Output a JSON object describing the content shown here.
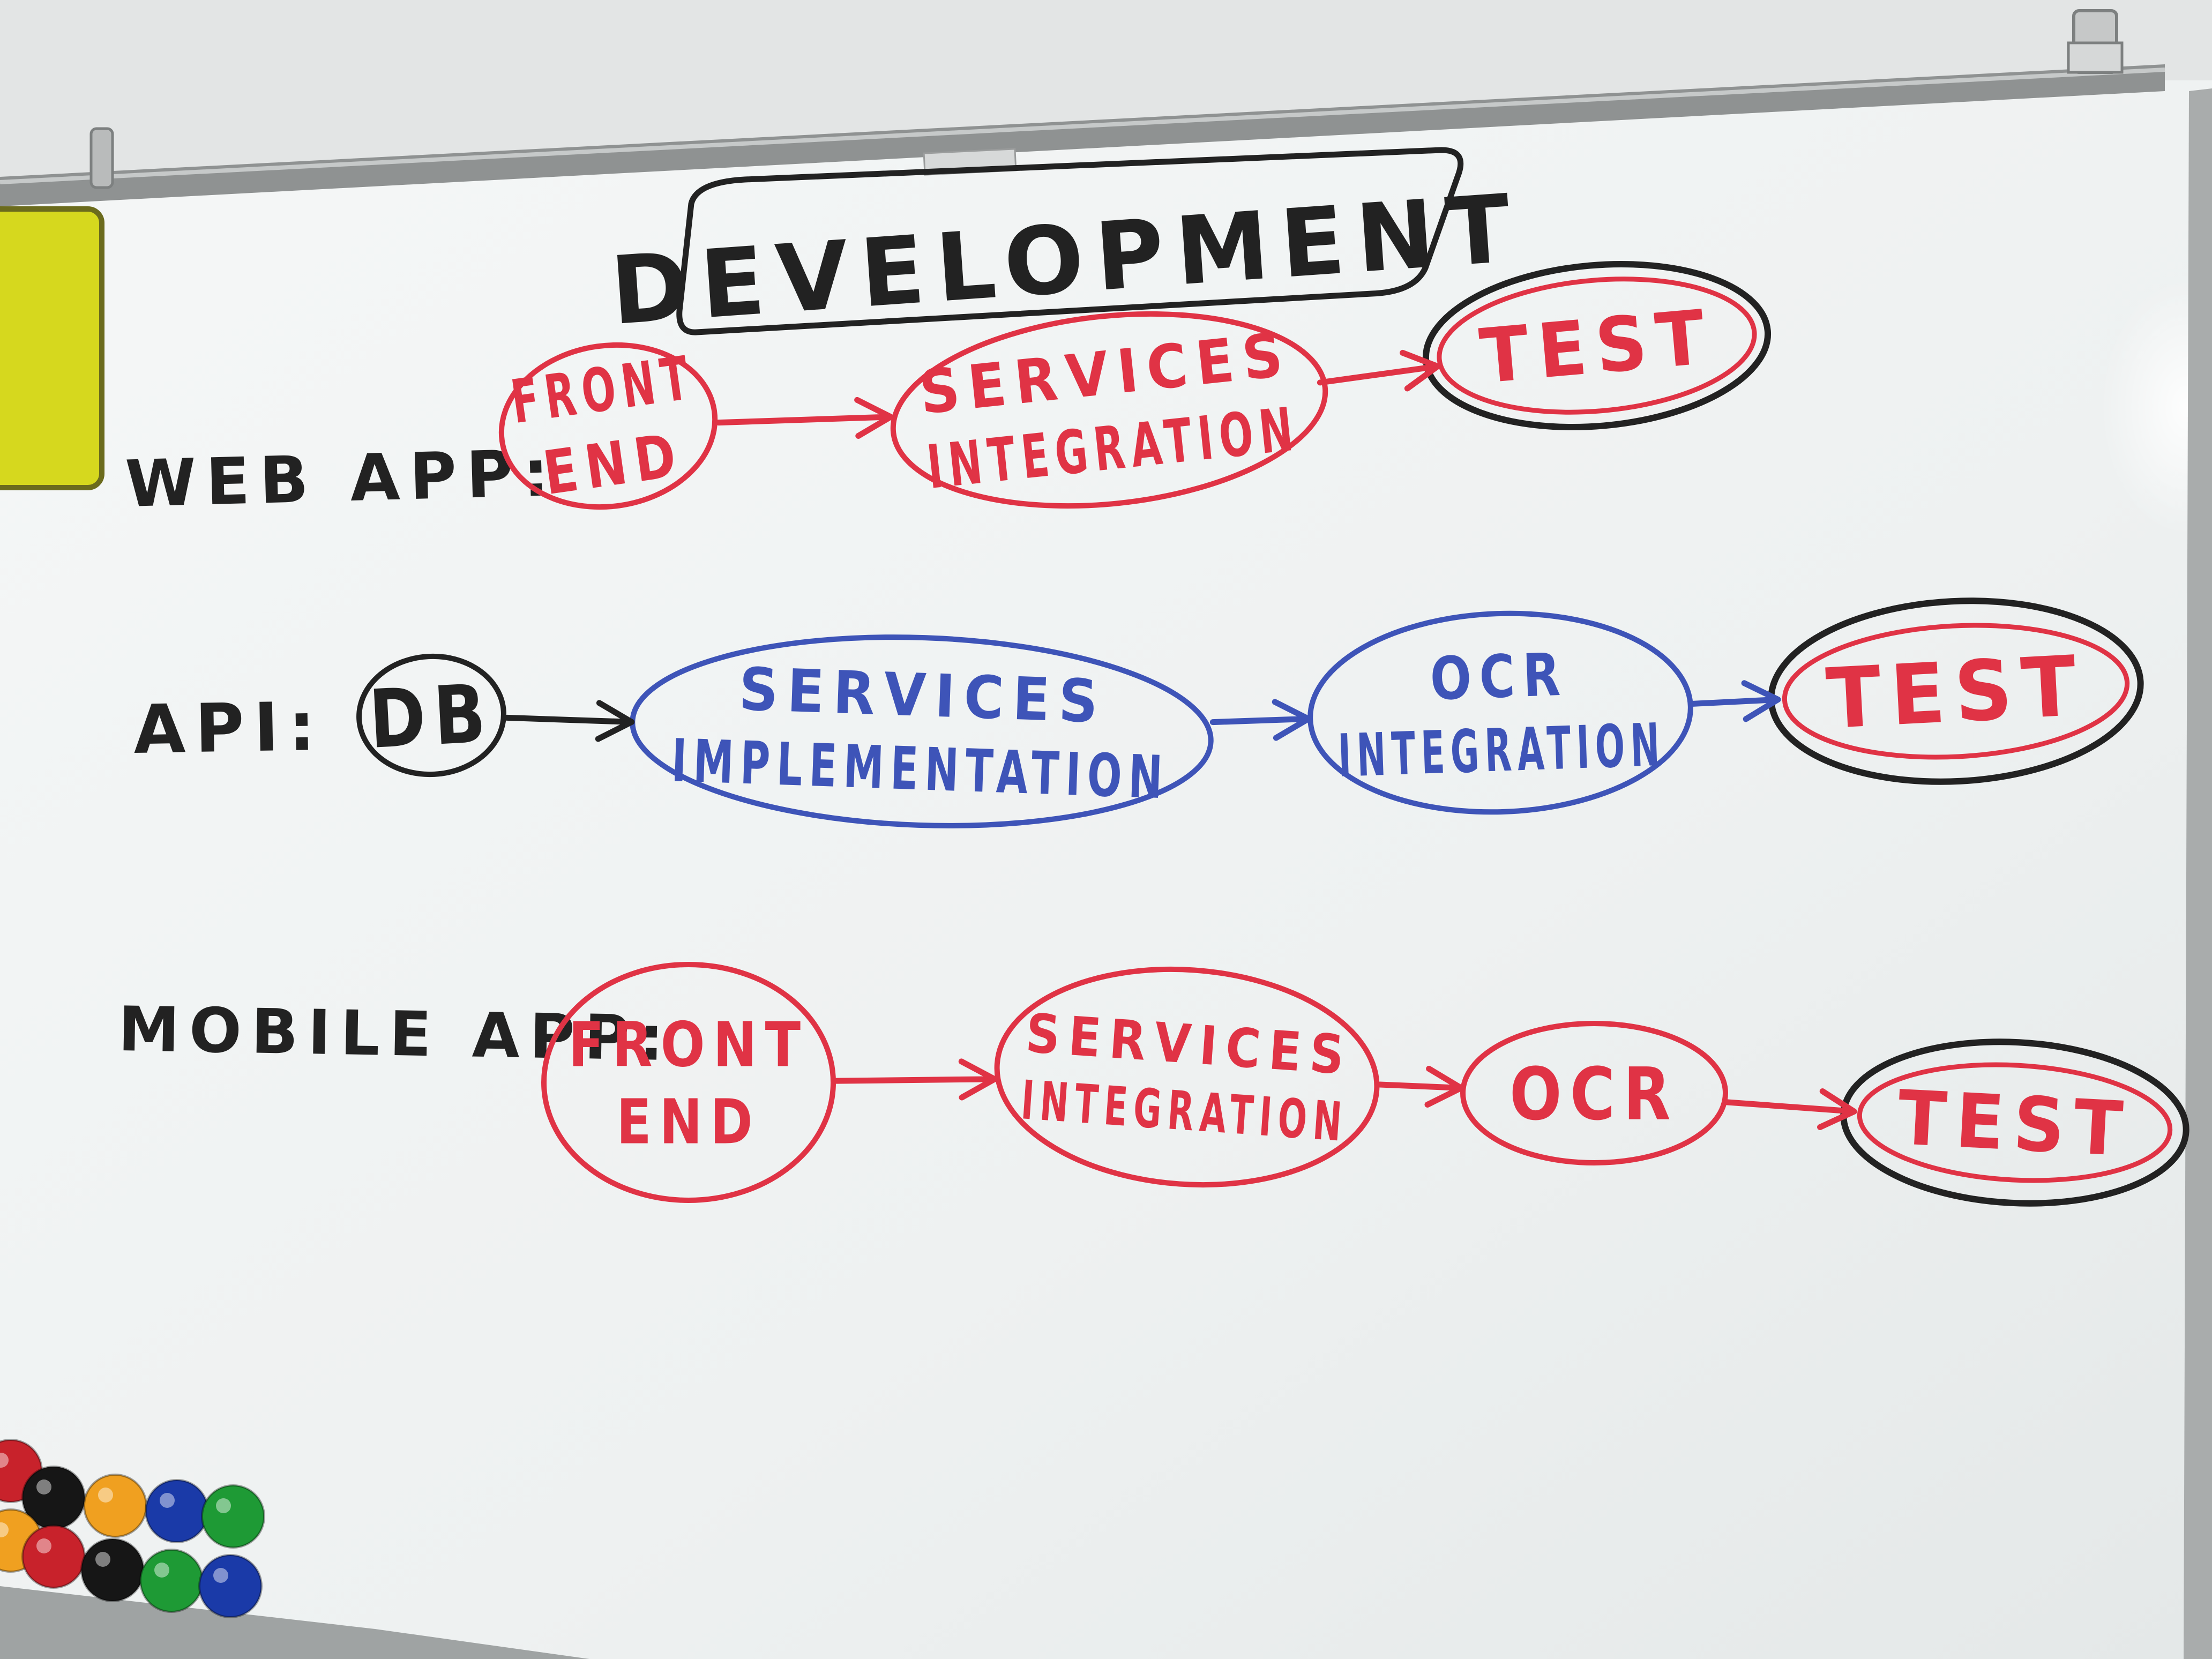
{
  "title": "DEVELOPMENT",
  "colors": {
    "red": "#e03345",
    "blue": "#3e54b8",
    "black": "#222222",
    "board": "#f4f6f6",
    "frame": "#9a9c9c",
    "wall": "#e2e4e4"
  },
  "rows": [
    {
      "id": "web",
      "label": "WEB APP:",
      "stages": [
        {
          "lines": [
            "FRONT",
            "END"
          ],
          "color": "red",
          "outline": "red"
        },
        {
          "lines": [
            "SERVICES",
            "INTEGRATION"
          ],
          "color": "red",
          "outline": "red"
        },
        {
          "lines": [
            "TEST"
          ],
          "color": "red",
          "outline": "red+black"
        }
      ]
    },
    {
      "id": "api",
      "label": "API:",
      "stages": [
        {
          "lines": [
            "DB"
          ],
          "color": "black",
          "outline": "black"
        },
        {
          "lines": [
            "SERVICES",
            "IMPLEMENTATION"
          ],
          "color": "blue",
          "outline": "blue"
        },
        {
          "lines": [
            "OCR",
            "INTEGRATION"
          ],
          "color": "blue",
          "outline": "blue"
        },
        {
          "lines": [
            "TEST"
          ],
          "color": "red",
          "outline": "red+black"
        }
      ]
    },
    {
      "id": "mobile",
      "label": "MOBILE APP:",
      "stages": [
        {
          "lines": [
            "FRONT",
            "END"
          ],
          "color": "red",
          "outline": "red"
        },
        {
          "lines": [
            "SERVICES",
            "INTEGRATION"
          ],
          "color": "red",
          "outline": "red"
        },
        {
          "lines": [
            "OCR"
          ],
          "color": "red",
          "outline": "red"
        },
        {
          "lines": [
            "TEST"
          ],
          "color": "red",
          "outline": "red+black"
        }
      ]
    }
  ],
  "arrows": [
    {
      "row": "web",
      "from": 0,
      "to": 1,
      "color": "red"
    },
    {
      "row": "web",
      "from": 1,
      "to": 2,
      "color": "red"
    },
    {
      "row": "api",
      "from": 0,
      "to": 1,
      "color": "black"
    },
    {
      "row": "api",
      "from": 1,
      "to": 2,
      "color": "blue"
    },
    {
      "row": "api",
      "from": 2,
      "to": 3,
      "color": "blue"
    },
    {
      "row": "mobile",
      "from": 0,
      "to": 1,
      "color": "red"
    },
    {
      "row": "mobile",
      "from": 1,
      "to": 2,
      "color": "red"
    },
    {
      "row": "mobile",
      "from": 2,
      "to": 3,
      "color": "red"
    }
  ],
  "magnets": [
    "red",
    "black",
    "orange",
    "blue",
    "green",
    "orange",
    "red",
    "black",
    "green",
    "blue"
  ]
}
